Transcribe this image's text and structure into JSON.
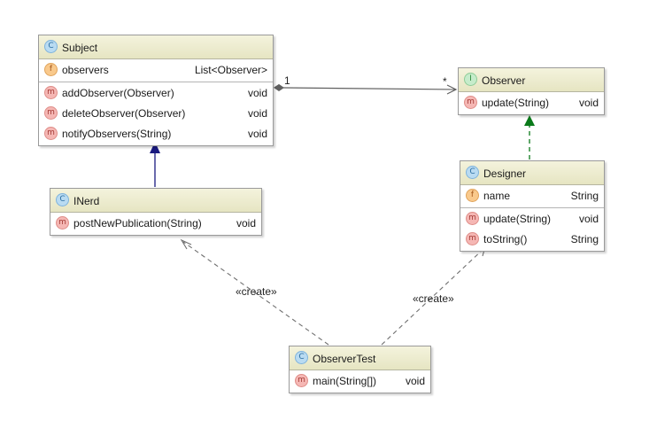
{
  "diagram": {
    "classes": {
      "subject": {
        "name": "Subject",
        "icon": "abstract-class-icon",
        "fields": [
          {
            "name": "observers",
            "type": "List<Observer>"
          }
        ],
        "methods": [
          {
            "name": "addObserver(Observer)",
            "type": "void"
          },
          {
            "name": "deleteObserver(Observer)",
            "type": "void"
          },
          {
            "name": "notifyObservers(String)",
            "type": "void"
          }
        ]
      },
      "observer": {
        "name": "Observer",
        "icon": "interface-icon",
        "methods": [
          {
            "name": "update(String)",
            "type": "void"
          }
        ]
      },
      "designer": {
        "name": "Designer",
        "icon": "class-icon",
        "fields": [
          {
            "name": "name",
            "type": "String"
          }
        ],
        "methods": [
          {
            "name": "update(String)",
            "type": "void"
          },
          {
            "name": "toString()",
            "type": "String"
          }
        ]
      },
      "inerd": {
        "name": "INerd",
        "icon": "class-icon",
        "methods": [
          {
            "name": "postNewPublication(String)",
            "type": "void"
          }
        ]
      },
      "observertest": {
        "name": "ObserverTest",
        "icon": "runnable-class-icon",
        "methods": [
          {
            "name": "main(String[])",
            "type": "void"
          }
        ]
      }
    },
    "relations": {
      "subject_observer": {
        "source_multiplicity": "1",
        "target_multiplicity": "*"
      },
      "create_inerd": {
        "label": "«create»"
      },
      "create_designer": {
        "label": "«create»"
      }
    },
    "colors": {
      "header": "#ecebd0",
      "generalization": "#1a1a80",
      "realization": "#0a7a1a",
      "association": "#606060",
      "dependency": "#707070"
    }
  }
}
